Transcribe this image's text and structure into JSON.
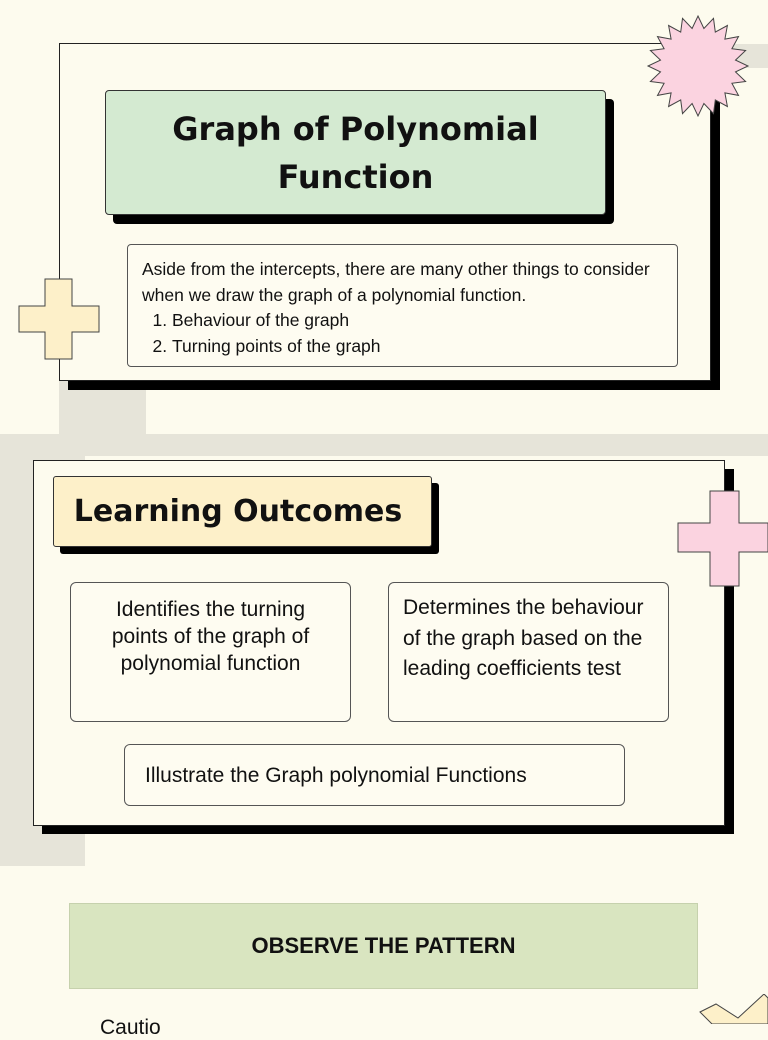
{
  "section1": {
    "title": "Graph of Polynomial Function",
    "intro": "Aside from the intercepts, there are many other things to consider when we draw the graph of a polynomial function.",
    "items": [
      "Behaviour of the graph",
      "Turning points of the graph"
    ]
  },
  "section2": {
    "title": "Learning Outcomes",
    "outcomes": [
      "Identifies the turning points of the graph of polynomial function",
      "Determines the behaviour of the graph based on the leading coefficients test",
      "Illustrate the Graph polynomial Functions"
    ]
  },
  "observe_label": "OBSERVE THE PATTERN",
  "bottom_text": "Cautio",
  "colors": {
    "background": "#fdfbee",
    "title_green": "#d4ead1",
    "title_yellow": "#fdf0c9",
    "star_pink": "#fbd3e0",
    "plus_yellow": "#fdf0c9",
    "plus_pink": "#fbd3e0",
    "observe_green": "#d9e5c0"
  },
  "icons": [
    "starburst-icon",
    "plus-icon",
    "plus-icon",
    "check-icon"
  ]
}
